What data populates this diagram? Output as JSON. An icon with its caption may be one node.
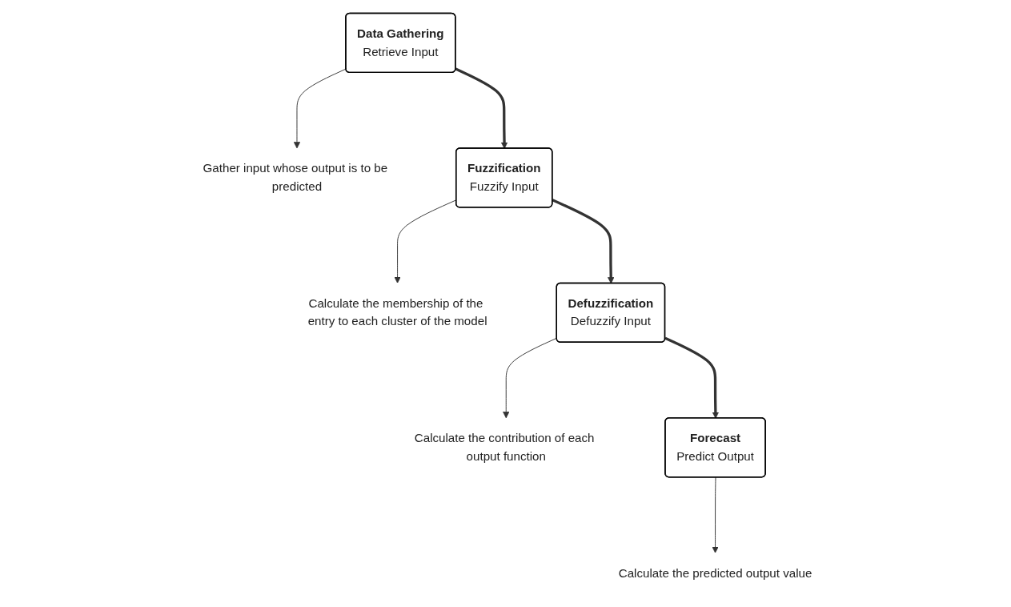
{
  "diagram": {
    "nodes": [
      {
        "text": [
          "Data Gathering",
          "Retrieve Input"
        ]
      },
      {
        "text": [
          "Gather input whose output is to be predicted"
        ]
      },
      {
        "text": [
          "Fuzzification",
          "Fuzzify Input"
        ]
      },
      {
        "text": [
          "Calculate the membership of the entry to each cluster of the model"
        ]
      },
      {
        "text": [
          "Defuzzification",
          "Defuzzify Input"
        ]
      },
      {
        "text": [
          "Calculate the contribution of each output function"
        ]
      },
      {
        "text": [
          "Forecast",
          "Predict Output"
        ]
      },
      {
        "text": [
          "Calculate the predicted output value"
        ]
      }
    ],
    "edges": [
      {
        "from": 0,
        "to": 1,
        "arrow": "to"
      },
      {
        "from": 0,
        "to": 2,
        "arrow": "to",
        "style": "thick"
      },
      {
        "from": 2,
        "to": 3,
        "arrow": "to"
      },
      {
        "from": 2,
        "to": 4,
        "arrow": "to",
        "style": "thick"
      },
      {
        "from": 4,
        "to": 5,
        "arrow": "to"
      },
      {
        "from": 4,
        "to": 6,
        "arrow": "to",
        "style": "thick"
      },
      {
        "from": 6,
        "to": 7,
        "arrow": "to"
      }
    ]
  }
}
